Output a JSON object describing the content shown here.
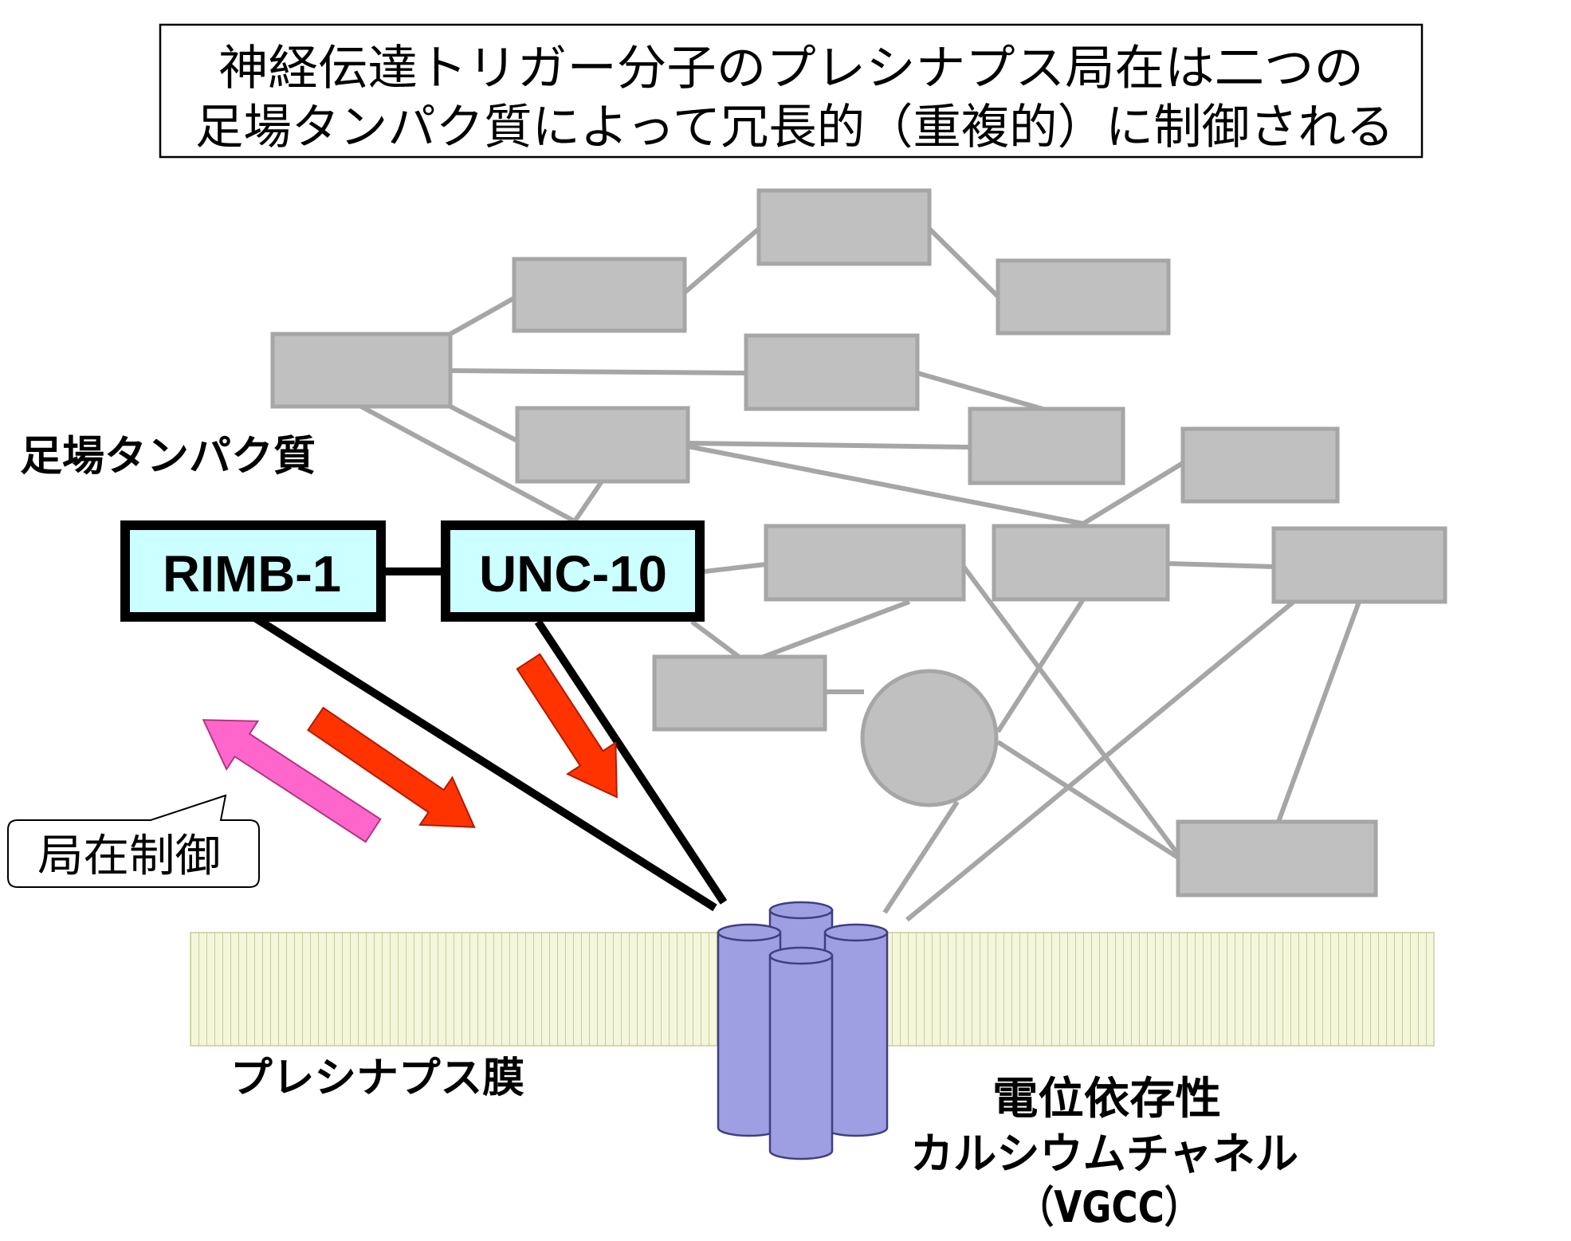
{
  "title": {
    "line1": "神経伝達トリガー分子のプレシナプス局在は二つの",
    "line2": "足場タンパク質によって冗長的（重複的）に制御される"
  },
  "labels": {
    "scaffold_proteins": "足場タンパク質",
    "presynaptic_membrane": "プレシナプス膜",
    "localization_control": "局在制御",
    "channel_line1": "電位依存性",
    "channel_line2": "カルシウムチャネル",
    "channel_line3": "（VGCC）"
  },
  "proteins": {
    "rimb1": "RIMB-1",
    "unc10": "UNC-10"
  },
  "colors": {
    "scaffold_fill": "#C0C0C0",
    "scaffold_edge": "#A6A6A6",
    "highlight_fill": "#CCFFFF",
    "arrow_red": "#FF3300",
    "arrow_pink": "#FF66CC",
    "channel": "#9E9EE2",
    "membrane": "#F5F7DC"
  }
}
